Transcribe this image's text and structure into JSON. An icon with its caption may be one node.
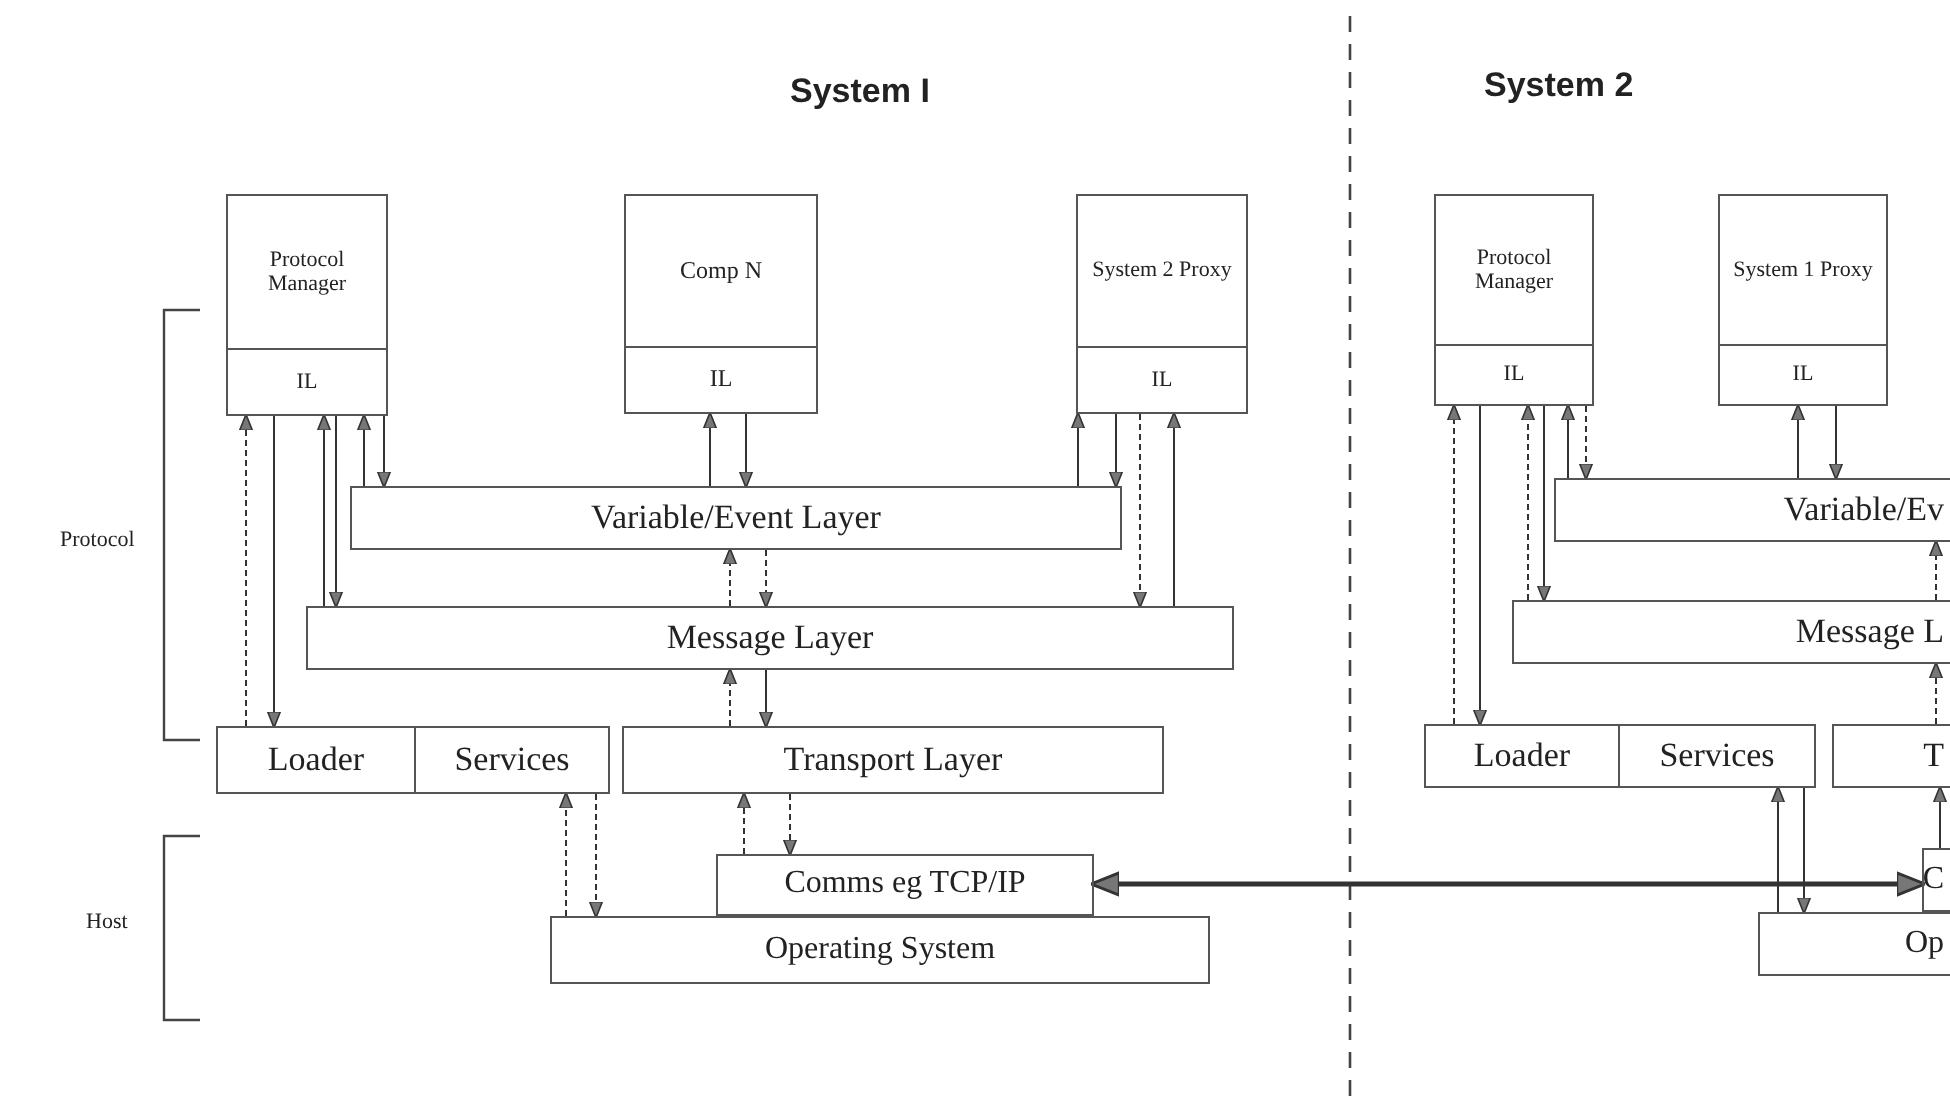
{
  "diagram": {
    "nodes": [
      {
        "text": [
          "Protocol Manager",
          "IL"
        ]
      },
      {
        "text": [
          "Comp N",
          "IL"
        ]
      },
      {
        "text": [
          "System 2 Proxy",
          "IL"
        ]
      },
      {
        "text": [
          "Protocol Manager",
          "IL"
        ]
      },
      {
        "text": [
          "System 1 Proxy",
          "IL"
        ]
      },
      {
        "text": [
          "Variable/Event Layer"
        ]
      },
      {
        "text": [
          "Variable/Ev"
        ]
      },
      {
        "text": [
          "Message Layer"
        ]
      },
      {
        "text": [
          "Message L"
        ]
      },
      {
        "text": [
          "Loader"
        ]
      },
      {
        "text": [
          "Services"
        ]
      },
      {
        "text": [
          "Transport Layer"
        ]
      },
      {
        "text": [
          "Loader"
        ]
      },
      {
        "text": [
          "Services"
        ]
      },
      {
        "text": [
          "T"
        ]
      },
      {
        "text": [
          "Comms eg TCP/IP"
        ]
      },
      {
        "text": [
          "C"
        ]
      },
      {
        "text": [
          "Operating System"
        ]
      },
      {
        "text": [
          "Op"
        ]
      }
    ],
    "edges": [
      {
        "from": 9,
        "to": 0,
        "arrow": "to",
        "style": "dashed"
      },
      {
        "from": 0,
        "to": 9,
        "arrow": "to"
      },
      {
        "from": 7,
        "to": 0,
        "arrow": "to"
      },
      {
        "from": 0,
        "to": 7,
        "arrow": "to"
      },
      {
        "from": 5,
        "to": 0,
        "arrow": "to"
      },
      {
        "from": 0,
        "to": 5,
        "arrow": "to"
      },
      {
        "from": 5,
        "to": 1,
        "arrow": "to"
      },
      {
        "from": 1,
        "to": 5,
        "arrow": "to"
      },
      {
        "from": 5,
        "to": 2,
        "arrow": "to"
      },
      {
        "from": 2,
        "to": 5,
        "arrow": "to"
      },
      {
        "from": 2,
        "to": 7,
        "arrow": "to",
        "style": "dashed"
      },
      {
        "from": 7,
        "to": 2,
        "arrow": "to"
      },
      {
        "from": 7,
        "to": 5,
        "arrow": "to",
        "style": "dashed"
      },
      {
        "from": 5,
        "to": 7,
        "arrow": "to",
        "style": "dashed"
      },
      {
        "from": 11,
        "to": 7,
        "arrow": "to",
        "style": "dashed"
      },
      {
        "from": 7,
        "to": 11,
        "arrow": "to"
      },
      {
        "from": 17,
        "to": 10,
        "arrow": "to",
        "style": "dashed"
      },
      {
        "from": 10,
        "to": 17,
        "arrow": "to",
        "style": "dashed"
      },
      {
        "from": 15,
        "to": 11,
        "arrow": "to",
        "style": "dashed"
      },
      {
        "from": 11,
        "to": 15,
        "arrow": "to",
        "style": "dashed"
      },
      {
        "from": 15,
        "to": 16,
        "arrow": "both",
        "style": "thick"
      },
      {
        "from": 12,
        "to": 3,
        "arrow": "to",
        "style": "dashed"
      },
      {
        "from": 3,
        "to": 12,
        "arrow": "to"
      },
      {
        "from": 8,
        "to": 3,
        "arrow": "to",
        "style": "dashed"
      },
      {
        "from": 3,
        "to": 8,
        "arrow": "to"
      },
      {
        "from": 6,
        "to": 3,
        "arrow": "to"
      },
      {
        "from": 3,
        "to": 6,
        "arrow": "to",
        "style": "dashed"
      },
      {
        "from": 6,
        "to": 4,
        "arrow": "to"
      },
      {
        "from": 4,
        "to": 6,
        "arrow": "to"
      },
      {
        "from": 8,
        "to": 6,
        "arrow": "to",
        "style": "dashed"
      },
      {
        "from": 14,
        "to": 8,
        "arrow": "to",
        "style": "dashed"
      },
      {
        "from": 18,
        "to": 13,
        "arrow": "to"
      },
      {
        "from": 13,
        "to": 18,
        "arrow": "to"
      },
      {
        "from": 16,
        "to": 14,
        "arrow": "to"
      }
    ],
    "labels": [
      "System I",
      "System 2",
      "Protocol",
      "Host"
    ]
  }
}
